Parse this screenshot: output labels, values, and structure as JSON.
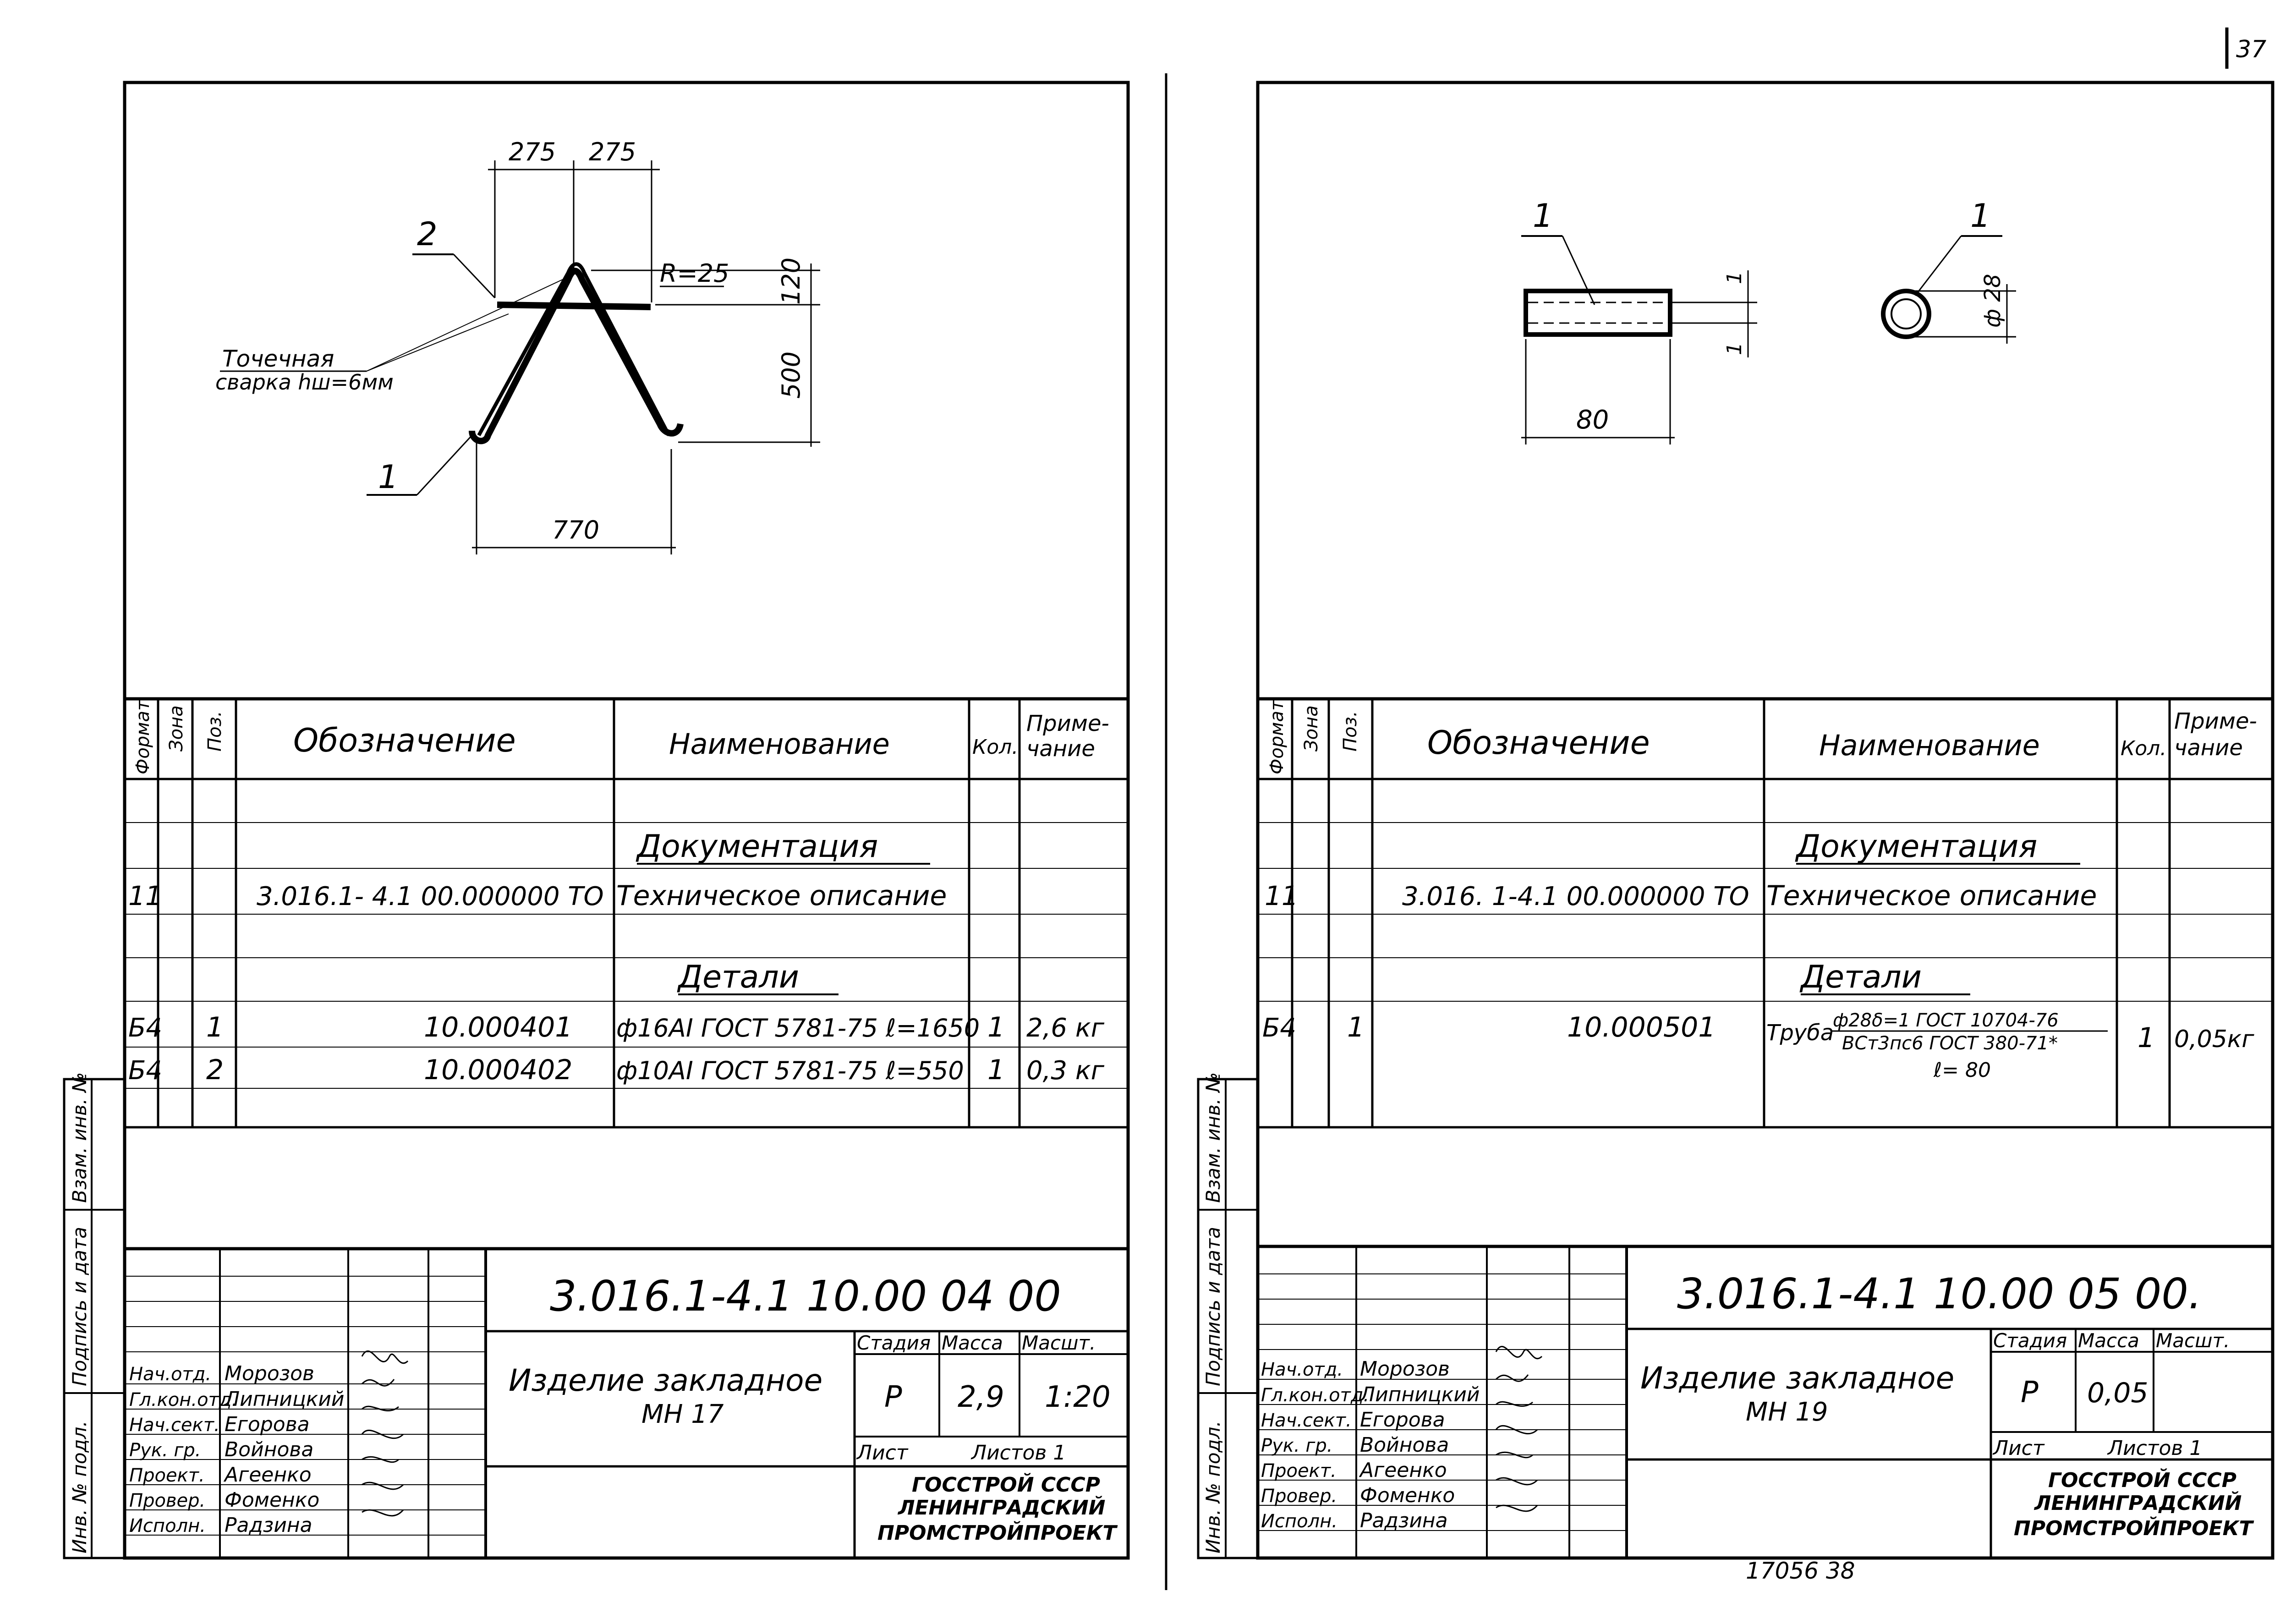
{
  "page_number": "37",
  "archive_number": "17056  38",
  "side_stamp": {
    "inv_replace": "Взам. инв. №",
    "signature_date": "Подпись и дата",
    "inv_original": "Инв. № подл."
  },
  "staff": [
    {
      "role": "Нач.отд.",
      "name": "Морозов"
    },
    {
      "role": "Гл.кон.отд.",
      "name": "Липницкий"
    },
    {
      "role": "Нач.сект.",
      "name": "Егорова"
    },
    {
      "role": "Рук. гр.",
      "name": "Войнова"
    },
    {
      "role": "Проект.",
      "name": "Агеенко"
    },
    {
      "role": "Провер.",
      "name": "Фоменко"
    },
    {
      "role": "Исполн.",
      "name": "Радзина"
    }
  ],
  "left_sheet": {
    "dims": {
      "d275a": "275",
      "d275b": "275",
      "d120": "120",
      "d500": "500",
      "d770": "770",
      "radius": "R=25"
    },
    "pos1": "1",
    "pos2": "2",
    "weld_line1": "Точечная",
    "weld_line2": "сварка hш=6мм",
    "headers": {
      "format": "Формат",
      "zone": "Зона",
      "pos": "Поз.",
      "designation": "Обозначение",
      "name": "Наименование",
      "qty": "Кол.",
      "note1": "Приме-",
      "note2": "чание"
    },
    "section_doc": "Документация",
    "doc_row": {
      "format": "11",
      "designation": "3.016.1- 4.1 00.000000 ТО",
      "name": "Техническое описание"
    },
    "section_det": "Детали",
    "rows": [
      {
        "format": "Б4",
        "pos": "1",
        "designation": "10.000401",
        "name": "ф16АI ГОСТ 5781-75 ℓ=1650",
        "qty": "1",
        "note": "2,6 кг"
      },
      {
        "format": "Б4",
        "pos": "2",
        "designation": "10.000402",
        "name": "ф10АI ГОСТ 5781-75 ℓ=550",
        "qty": "1",
        "note": "0,3 кг"
      }
    ],
    "title": {
      "code": "3.016.1-4.1  10.00 04 00",
      "name1": "Изделие закладное",
      "name2": "МН 17",
      "stage_label": "Стадия",
      "mass_label": "Масса",
      "scale_label": "Масшт.",
      "stage": "Р",
      "mass": "2,9",
      "scale": "1:20",
      "sheet_label": "Лист",
      "sheets_label": "Листов 1",
      "org1": "ГОССТРОЙ СССР",
      "org2": "ЛЕНИНГРАДСКИЙ",
      "org3": "ПРОМСТРОЙПРОЕКТ"
    }
  },
  "right_sheet": {
    "dims": {
      "wall1": "1",
      "wall2": "1",
      "d80": "80",
      "d28": "ф 28"
    },
    "pos1": "1",
    "headers": {
      "format": "Формат",
      "zone": "Зона",
      "pos": "Поз.",
      "designation": "Обозначение",
      "name": "Наименование",
      "qty": "Кол.",
      "note1": "Приме-",
      "note2": "чание"
    },
    "section_doc": "Документация",
    "doc_row": {
      "format": "11",
      "designation": "3.016. 1-4.1 00.000000 ТО",
      "name": "Техническое описание"
    },
    "section_det": "Детали",
    "rows": [
      {
        "format": "Б4",
        "pos": "1",
        "designation": "10.000501",
        "name_main": "Труба",
        "name_top": "ф28δ=1 ГОСТ 10704-76",
        "name_bottom": "ВСт3пс6 ГОСТ 380-71*",
        "length": "ℓ= 80",
        "qty": "1",
        "note": "0,05кг"
      }
    ],
    "title": {
      "code": "3.016.1-4.1  10.00 05 00.",
      "name1": "Изделие закладное",
      "name2": "МН 19",
      "stage_label": "Стадия",
      "mass_label": "Масса",
      "scale_label": "Масшт.",
      "stage": "Р",
      "mass": "0,05",
      "sheet_label": "Лист",
      "sheets_label": "Листов 1",
      "org1": "ГОССТРОЙ СССР",
      "org2": "ЛЕНИНГРАДСКИЙ",
      "org3": "ПРОМСТРОЙПРОЕКТ"
    }
  }
}
